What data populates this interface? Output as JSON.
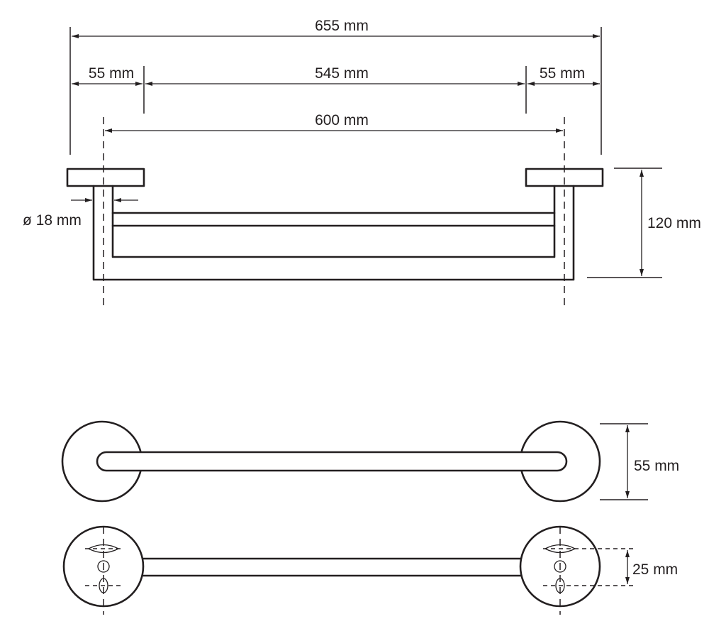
{
  "dimensions": {
    "overall_width": "655 mm",
    "left_margin": "55 mm",
    "bar_length": "545 mm",
    "right_margin": "55 mm",
    "center_distance": "600 mm",
    "tube_diameter": "ø 18 mm",
    "projection": "120 mm",
    "rosette_diameter": "55 mm",
    "hole_spacing": "25 mm"
  }
}
